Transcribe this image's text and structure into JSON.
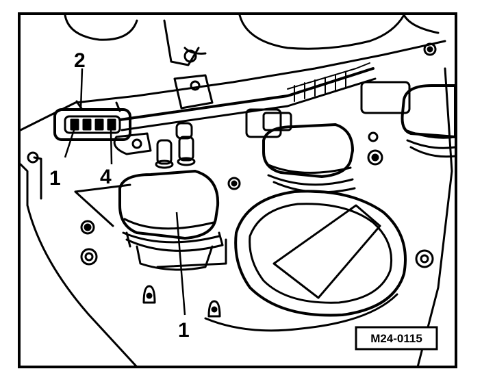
{
  "callouts": {
    "connector_pin_2": "2",
    "connector_pin_1": "1",
    "connector_pin_4": "4",
    "ignition_coil": "1"
  },
  "figure_ref": "M24-0115",
  "colors": {
    "ink": "#000000",
    "paper": "#ffffff"
  }
}
